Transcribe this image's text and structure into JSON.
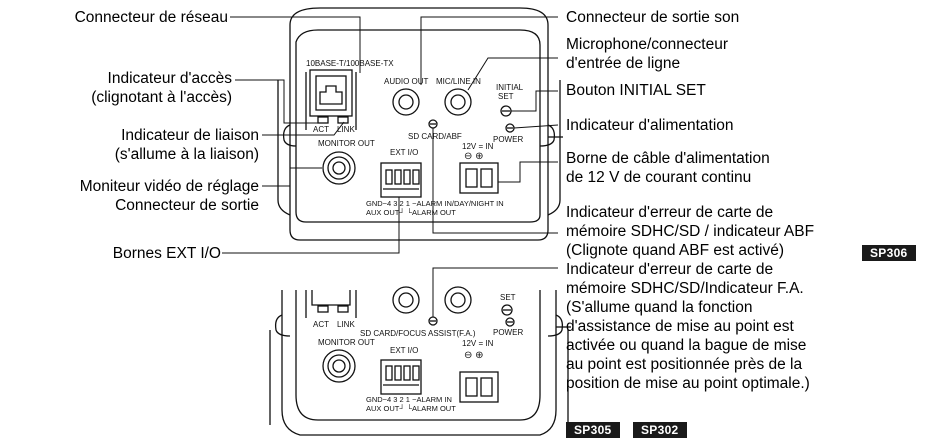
{
  "callouts": {
    "network": "Connecteur de réseau",
    "access_1": "Indicateur d'accès",
    "access_2": "(clignotant à l'accès)",
    "link_1": "Indicateur de liaison",
    "link_2": "(s'allume à la liaison)",
    "monitor_1": "Moniteur vidéo de réglage",
    "monitor_2": "Connecteur de sortie",
    "extio": "Bornes EXT I/O",
    "audio_out": "Connecteur de sortie son",
    "mic_1": "Microphone/connecteur",
    "mic_2": "d'entrée de ligne",
    "initial_set": "Bouton INITIAL SET",
    "power_ind": "Indicateur d'alimentation",
    "power_cable_1": "Borne de câble d'alimentation",
    "power_cable_2": "de 12 V de courant continu",
    "sd_abf_1": "Indicateur d'erreur de carte de",
    "sd_abf_2": "mémoire SDHC/SD / indicateur ABF",
    "sd_abf_3": "(Clignote quand ABF est activé)",
    "sd_fa_1": "Indicateur d'erreur de carte de",
    "sd_fa_2": "mémoire SDHC/SD/Indicateur F.A.",
    "sd_fa_3": "(S'allume quand la fonction",
    "sd_fa_4": "d'assistance de mise au point est",
    "sd_fa_5": "activée ou quand la bague de mise",
    "sd_fa_6": "au point est positionnée près de la",
    "sd_fa_7": "position de mise au point optimale.)"
  },
  "badges": {
    "sp306": "SP306",
    "sp305": "SP305",
    "sp302": "SP302"
  },
  "device_top": {
    "lan": "10BASE-T/100BASE-TX",
    "act": "ACT",
    "link": "LINK",
    "audio_out": "AUDIO OUT",
    "mic": "MIC/LINE IN",
    "initial": "INITIAL",
    "set": "SET",
    "power": "POWER",
    "sd": "SD CARD/ABF",
    "monitor": "MONITOR OUT",
    "extio": "EXT I/O",
    "voltage": "12V = IN",
    "polarity": "⊖  ⊕",
    "pins": "GND−4  3  2  1 −ALARM IN/DAY/NIGHT IN",
    "aux": "AUX OUT┘ └ALARM OUT"
  },
  "device_bottom": {
    "act": "ACT",
    "link": "LINK",
    "set": "SET",
    "power": "POWER",
    "sd": "SD CARD/FOCUS ASSIST(F.A.)",
    "monitor": "MONITOR OUT",
    "extio": "EXT I/O",
    "voltage": "12V = IN",
    "polarity": "⊖  ⊕",
    "pins": "GND−4  3  2  1 −ALARM IN",
    "aux": "AUX OUT┘ └ALARM OUT"
  }
}
